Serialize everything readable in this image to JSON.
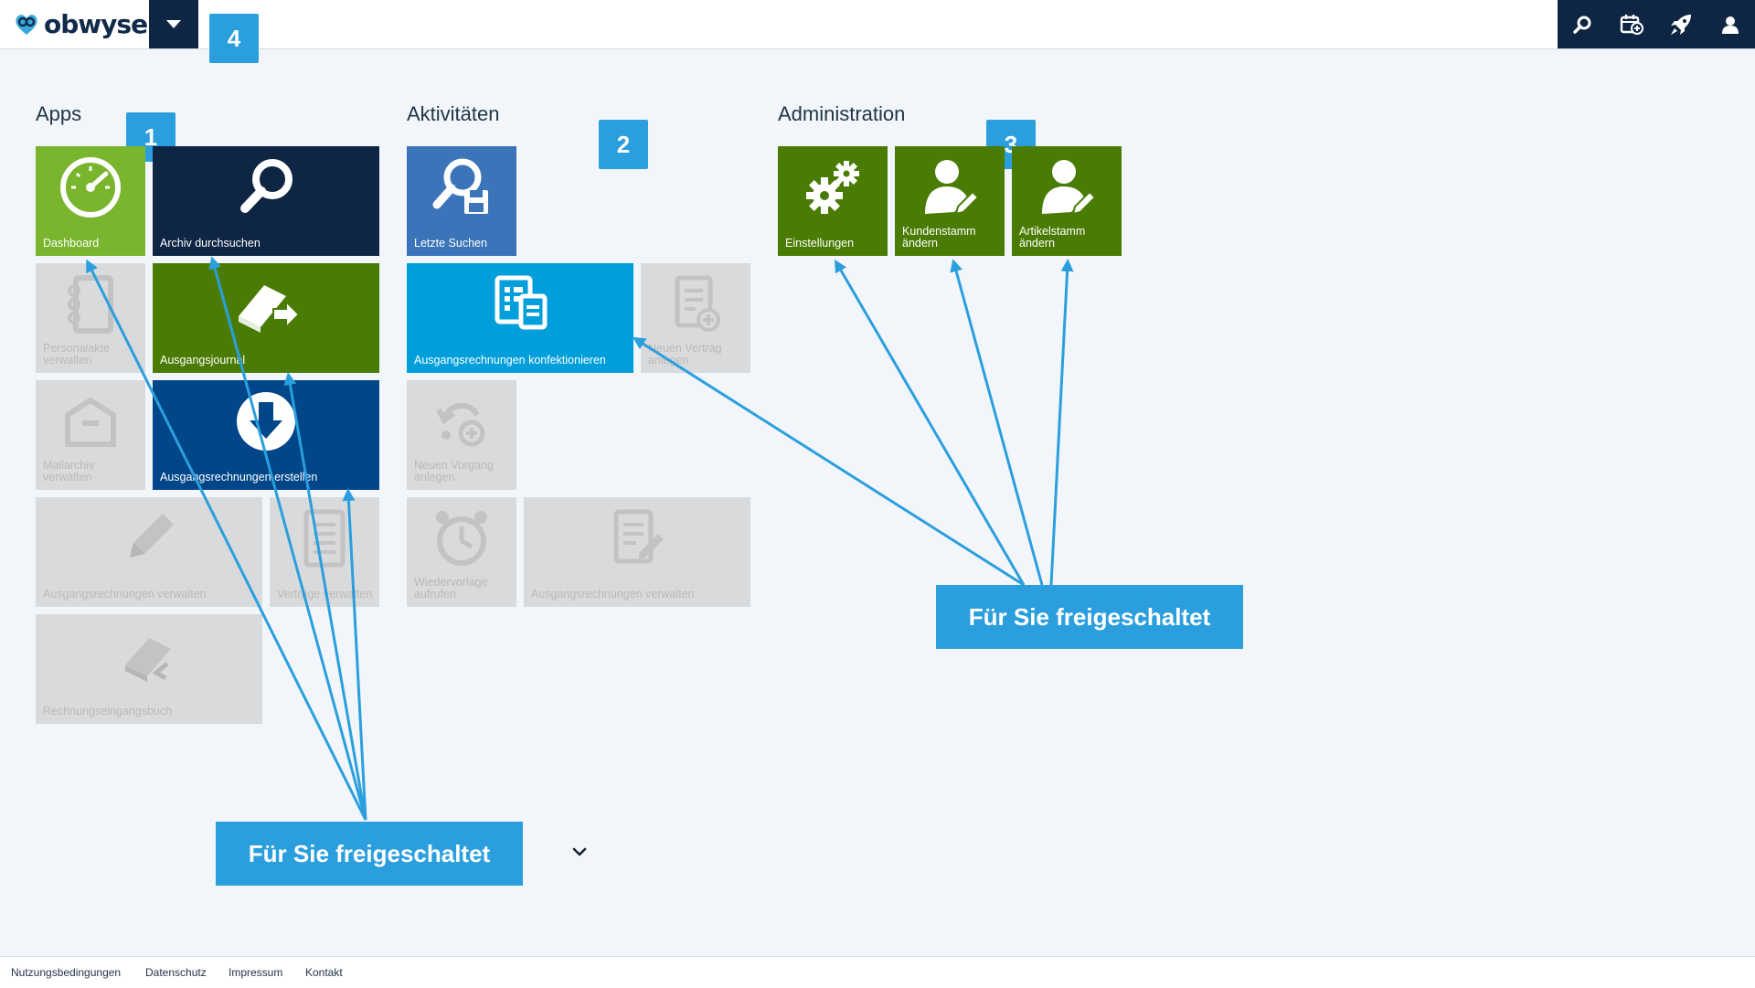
{
  "header": {
    "logo_text": "obwyse"
  },
  "callouts": {
    "one": "1",
    "two": "2",
    "three": "3",
    "four": "4"
  },
  "sections": {
    "apps": "Apps",
    "activities": "Aktivitäten",
    "admin": "Administration"
  },
  "tiles": {
    "dashboard": "Dashboard",
    "archiv": "Archiv durchsuchen",
    "personalakte": "Personalakte verwalten",
    "ausgangsjournal": "Ausgangsjournal",
    "mailarchiv": "Mailarchiv verwalten",
    "ausgangsrechnungen_erstellen": "Ausgangsrechnungen erstellen",
    "ausgangsrechnungen_verwalten": "Ausgangsrechnungen verwalten",
    "vertraege": "Verträge verwalten",
    "rechnungseingangsbuch": "Rechnungseingangsbuch",
    "letzte_suchen": "Letzte Suchen",
    "konfektionieren": "Ausgangsrechnungen konfektionieren",
    "neuen_vertrag": "Neuen Vertrag anlegen",
    "neuen_vorgang": "Neuen Vorgang anlegen",
    "wiedervorlage": "Wiedervorlage aufrufen",
    "ausgangsrechnungen_verwalten2": "Ausgangsrechnungen verwalten",
    "einstellungen": "Einstellungen",
    "kundenstamm": "Kundenstamm ändern",
    "artikelstamm": "Artikelstamm ändern"
  },
  "freigabe": {
    "left": "Für Sie freigeschaltet",
    "right": "Für Sie freigeschaltet"
  },
  "footer": {
    "terms": "Nutzungsbedingungen",
    "privacy": "Datenschutz",
    "imprint": "Impressum",
    "contact": "Kontakt"
  },
  "colors": {
    "navy": "#0f2544",
    "green_light": "#7ab52e",
    "green_dark": "#4a7c05",
    "blue_dark": "#004689",
    "blue_mid": "#3b74b8",
    "cyan": "#009fdc",
    "callout": "#2b9fdd",
    "disabled": "#d9dadb"
  }
}
